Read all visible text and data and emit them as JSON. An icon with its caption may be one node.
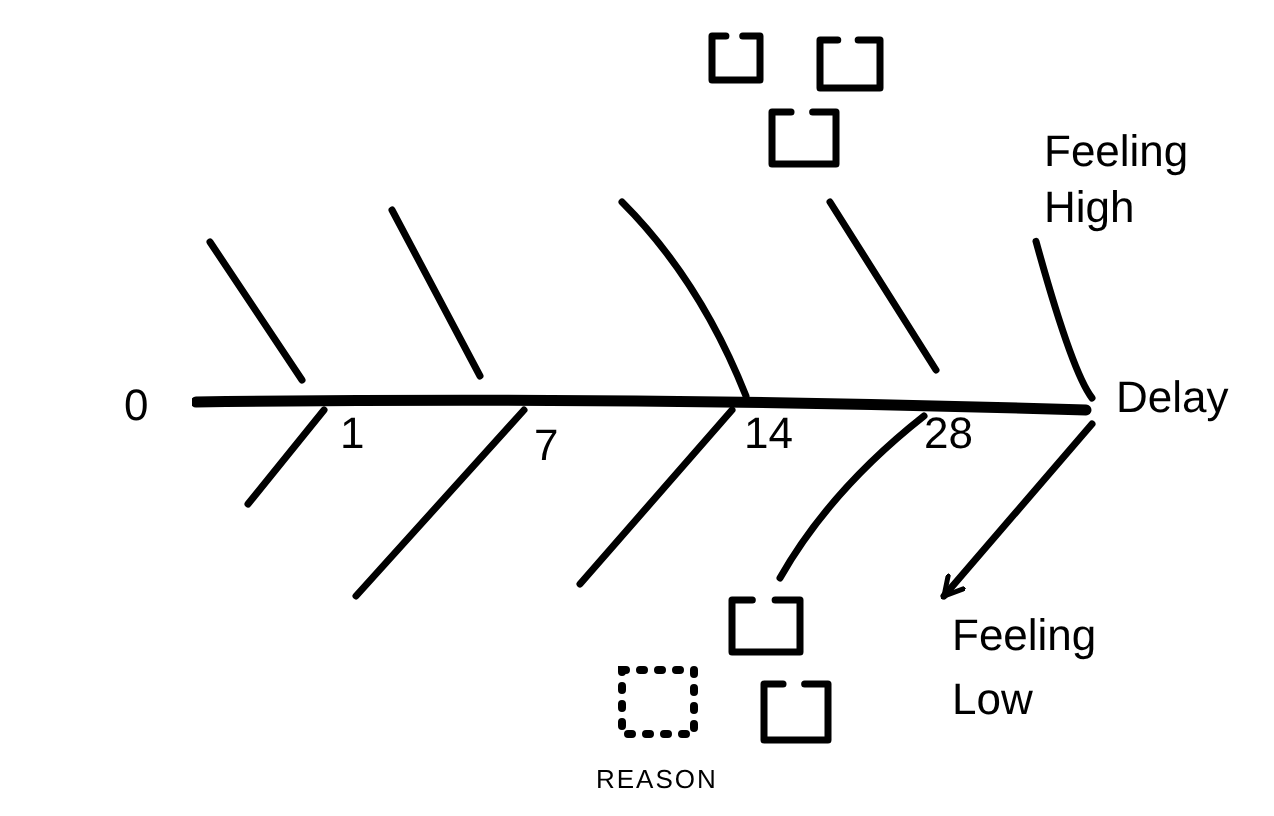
{
  "diagram": {
    "nodes": [
      {
        "text": [],
        "shape": "box"
      },
      {
        "text": [],
        "shape": "box"
      },
      {
        "text": [],
        "shape": "box"
      },
      {
        "text": [
          "Feeling High"
        ]
      },
      {
        "text": [
          "Delay"
        ]
      },
      {
        "text": [],
        "shape": "box"
      },
      {
        "text": [
          "REASON"
        ]
      },
      {
        "text": [],
        "shape": "box"
      },
      {
        "text": [
          "Feeling Low"
        ]
      }
    ],
    "edges": [
      {
        "from": 3,
        "to": 4,
        "arrow": "none"
      },
      {
        "from": 4,
        "to": 8,
        "arrow": "to"
      }
    ],
    "labels": [
      "0",
      "1",
      "7",
      "14",
      "28"
    ]
  }
}
